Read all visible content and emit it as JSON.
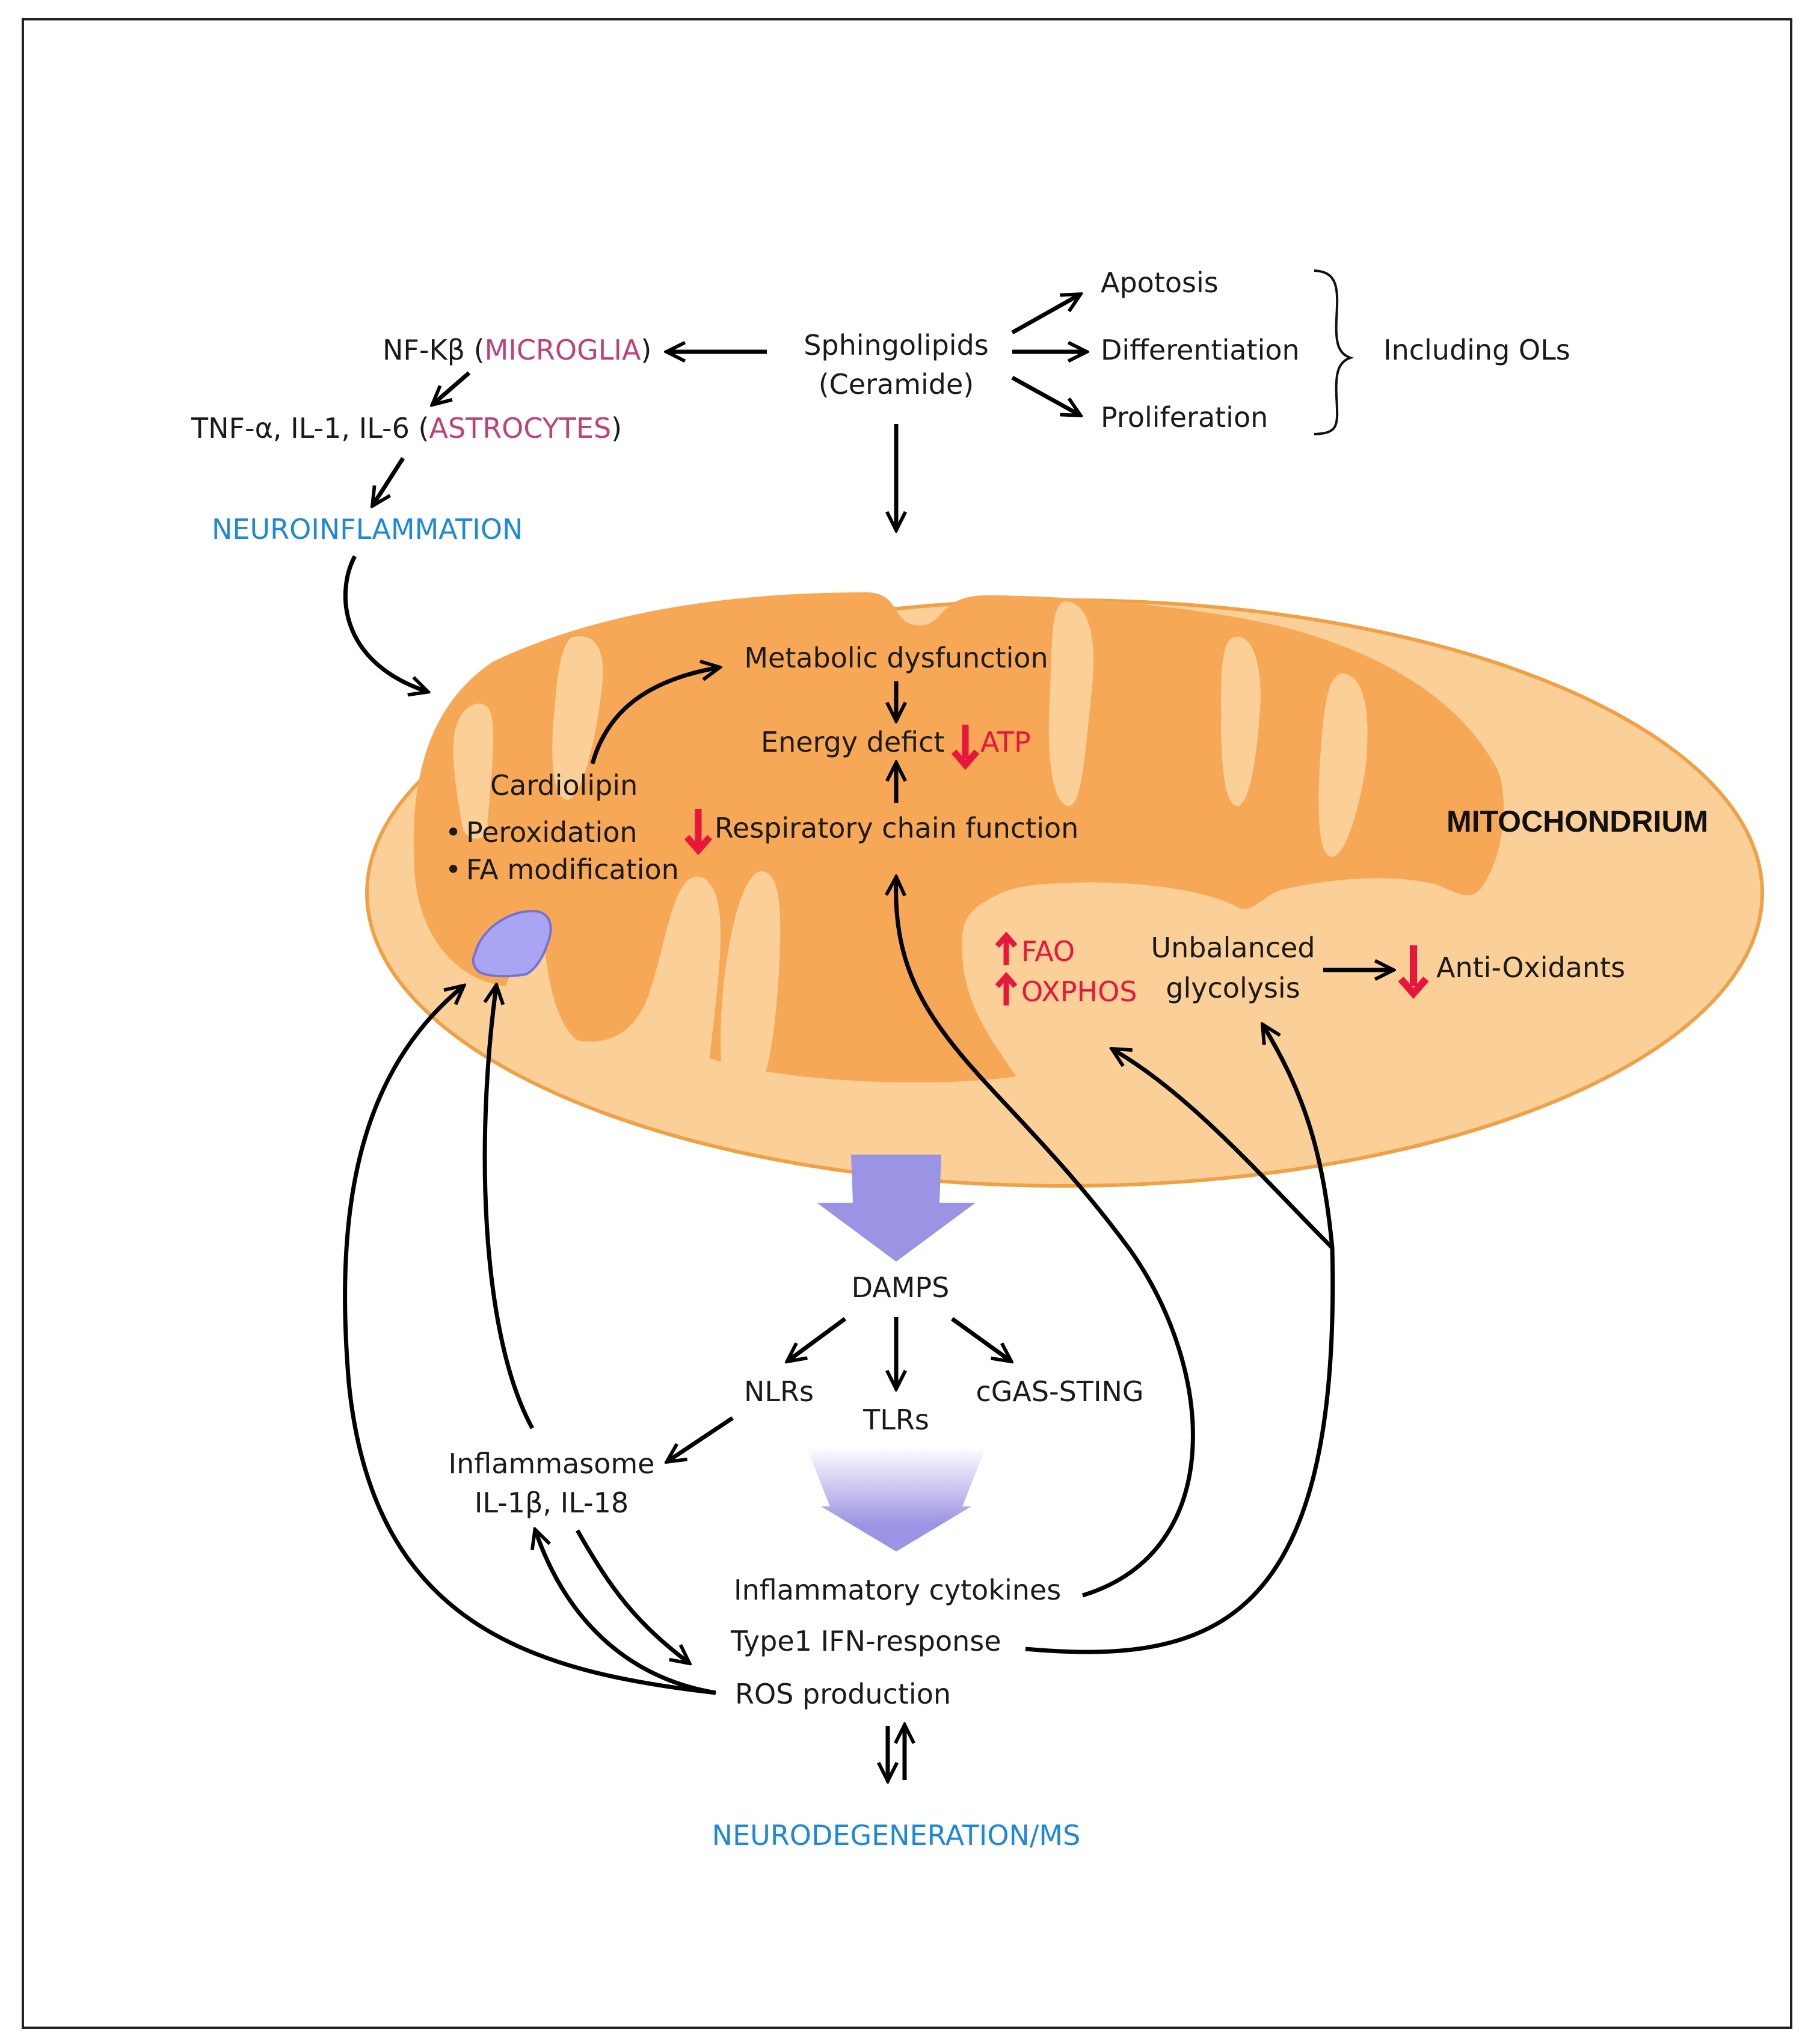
{
  "colors": {
    "text": "#1a1a1a",
    "magenta": "#c0407a",
    "blue": "#1e88d8",
    "red": "#e8163a",
    "mito_fill": "#f7a856",
    "mito_outer": "#fbcf98",
    "mito_stroke": "#f0a045",
    "purple": "#9b93e3",
    "purple_blob": "#a9a4f3"
  },
  "top": {
    "sphingolipids": "Sphingolipids",
    "ceramide": "(Ceramide)",
    "apoptosis": "Apotosis",
    "differentiation": "Differentiation",
    "proliferation": "Proliferation",
    "including_ols": "Including OLs"
  },
  "left": {
    "nfkb_prefix": "NF-Kβ (",
    "microglia": "MICROGLIA",
    "nfkb_suffix": ")",
    "tnf_prefix": "TNF-α, IL-1, IL-6 (",
    "astrocytes": "ASTROCYTES",
    "tnf_suffix": ")",
    "neuroinflammation": "NEUROINFLAMMATION"
  },
  "mito": {
    "label": "MITOCHONDRIUM",
    "metabolic": "Metabolic dysfunction",
    "energy": "Energy defict",
    "atp": "ATP",
    "respiratory": "Respiratory chain function",
    "cardiolipin": "Cardiolipin",
    "peroxidation": "Peroxidation",
    "fa_mod": "FA modification",
    "fao": "FAO",
    "oxphos": "OXPHOS",
    "unbalanced": "Unbalanced",
    "glycolysis": "glycolysis",
    "antioxidants": "Anti-Oxidants",
    "bullet": "•"
  },
  "bottom": {
    "damps": "DAMPS",
    "nlrs": "NLRs",
    "tlrs": "TLRs",
    "cgas": "cGAS-STING",
    "inflammasome": "Inflammasome",
    "il": "IL-1β, IL-18",
    "cytokines": "Inflammatory cytokines",
    "ifn": "Type1 IFN-response",
    "ros": "ROS production",
    "neurodegeneration": "NEURODEGENERATION/MS"
  }
}
